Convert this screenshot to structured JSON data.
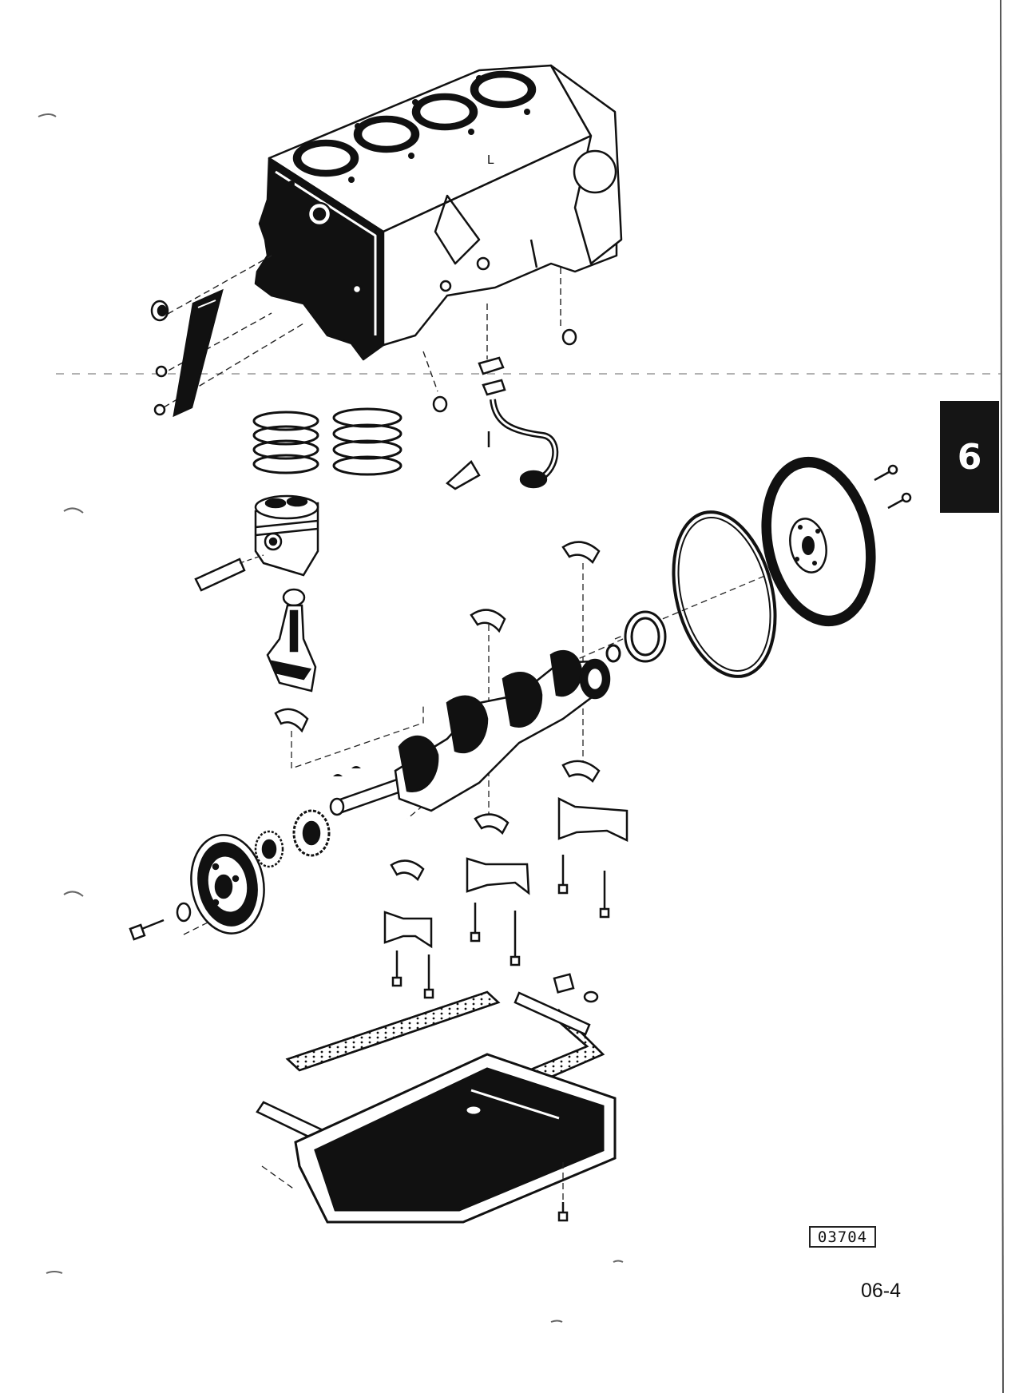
{
  "section_tab": "6",
  "figure_reference": "03704",
  "page_number": "06-4",
  "block_letter": "L",
  "icons": {
    "block": "engine-block-drawing",
    "crankshaft": "crankshaft-drawing",
    "flywheel": "flywheel-drawing",
    "oil_pan": "oil-pan-drawing"
  },
  "colors": {
    "ink": "#111111",
    "tab_background": "#151515",
    "tab_text": "#ffffff",
    "paper": "#ffffff"
  }
}
